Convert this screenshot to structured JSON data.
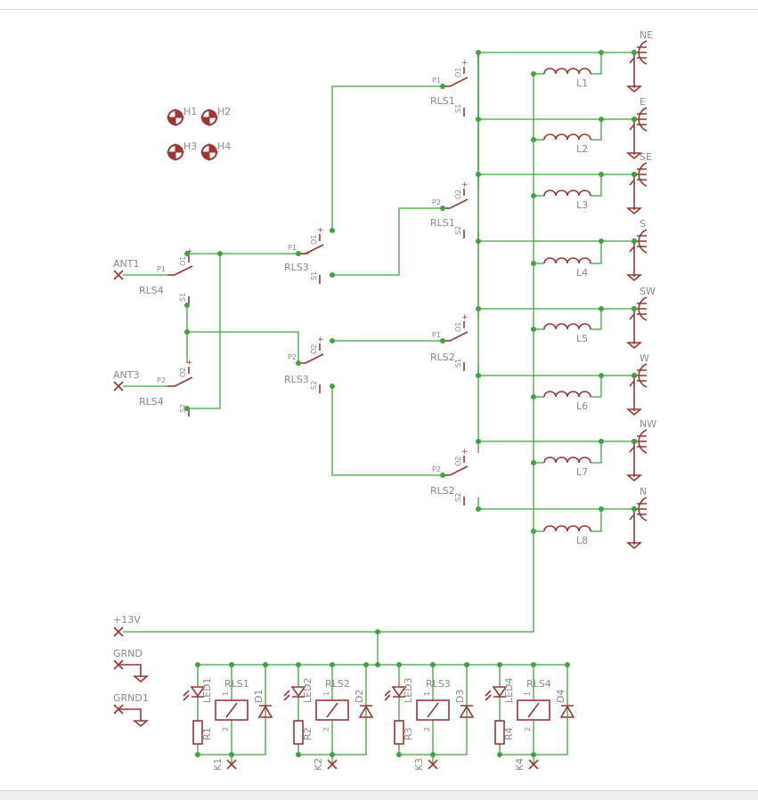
{
  "colors": {
    "wire": "#3fa33f",
    "component": "#9c3535",
    "label": "#8a8a8a",
    "background": "#ffffff"
  },
  "mounting_holes": [
    "H1",
    "H2",
    "H3",
    "H4"
  ],
  "antenna_inputs": [
    "ANT1",
    "ANT3"
  ],
  "power_labels": [
    "+13V",
    "GRND",
    "GRND1"
  ],
  "outputs": [
    "NE",
    "E",
    "SE",
    "S",
    "SW",
    "W",
    "NW",
    "N"
  ],
  "inductors": [
    "L1",
    "L2",
    "L3",
    "L4",
    "L5",
    "L6",
    "L7",
    "L8"
  ],
  "relay_contacts": [
    {
      "name": "RLS1",
      "p": "P1",
      "o": "O1",
      "s": "S1"
    },
    {
      "name": "RLS1",
      "p": "P2",
      "o": "O2",
      "s": "S2"
    },
    {
      "name": "RLS2",
      "p": "P1",
      "o": "O1",
      "s": "S1"
    },
    {
      "name": "RLS2",
      "p": "P2",
      "o": "O2",
      "s": "S2"
    },
    {
      "name": "RLS3",
      "p": "P1",
      "o": "O1",
      "s": "S1"
    },
    {
      "name": "RLS3",
      "p": "P2",
      "o": "O2",
      "s": "S2"
    },
    {
      "name": "RLS4",
      "p": "P1",
      "o": "O1",
      "s": "S1"
    },
    {
      "name": "RLS4",
      "p": "P2",
      "o": "O2",
      "s": "S2"
    }
  ],
  "driver_stages": [
    {
      "led": "LED1",
      "relay": "RLS1",
      "diode": "D1",
      "resistor": "R1",
      "connector": "K1"
    },
    {
      "led": "LED2",
      "relay": "RLS2",
      "diode": "D2",
      "resistor": "R2",
      "connector": "K2"
    },
    {
      "led": "LED3",
      "relay": "RLS3",
      "diode": "D3",
      "resistor": "R3",
      "connector": "K3"
    },
    {
      "led": "LED4",
      "relay": "RLS4",
      "diode": "D4",
      "resistor": "R4",
      "connector": "K4"
    }
  ],
  "pin_numbers": [
    "1",
    "2"
  ],
  "plus_sign": "+"
}
